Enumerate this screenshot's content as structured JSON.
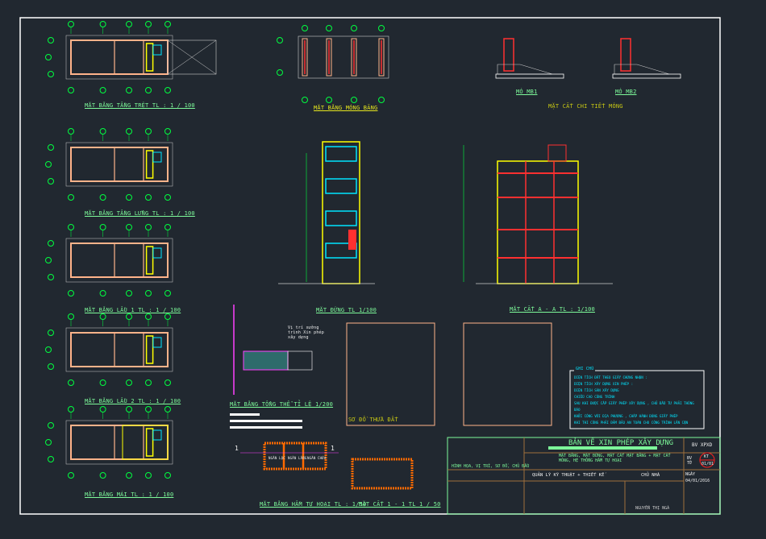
{
  "drawing": {
    "plans": [
      {
        "title": "MẶT BẰNG TẦNG TRỆT  TL : 1 / 100"
      },
      {
        "title": "MẶT BẰNG TẦNG LỬNG  TL : 1 / 100"
      },
      {
        "title": "MẶT BẰNG LẦU 1  TL : 1 / 100"
      },
      {
        "title": "MẶT BẰNG LẦU 2  TL : 1 / 100"
      },
      {
        "title": "MẶT BẰNG MÁI  TL : 1 / 100"
      }
    ],
    "foundation_title": "MẶT BẰNG MÓNG BĂNG",
    "footing_1": "MÓ  MB1",
    "footing_2": "MÓ  MB2",
    "footing_detail_title": "MẶT CẮT CHI TIẾT MÓNG",
    "elevation_title": "MẶT ĐỨNG  TL 1/100",
    "section_title": "MẶT CẮT A - A  TL : 1/100",
    "site_plan_title": "MẶT BẰNG TỔNG THỂ  TỈ LỆ 1/200",
    "site_plan_note": "Vị trí xưởng trình  Xin phép xây dựng",
    "lot_diagram_title": "SƠ ĐỒ THỬA ĐẤT",
    "septic_plan_title": "MẶT BẰNG HẦM TỰ HOẠI  TL : 1/50",
    "septic_section_title": "MẶT CẮT 1 - 1  TL 1 / 50",
    "septic_rooms": [
      "NGĂN LỌC",
      "NGĂN LẮNG",
      "NGĂN CHỨA"
    ],
    "section_markers": [
      "1",
      "1"
    ],
    "notes": {
      "heading": "GHI CHÚ",
      "lines": [
        "DIỆN TÍCH ĐẤT THEO GIẤY CHỨNG NHẬN :",
        "DIỆN TÍCH XÂY DỰNG XIN PHÉP :",
        "DIỆN TÍCH SÀN XÂY DỰNG",
        "CHIỀU CAO CÔNG TRÌNH",
        "SAU KHI ĐƯỢC CẤP GIẤY PHÉP XÂY DỰNG , CHỦ ĐẦU TƯ PHẢI THÔNG BÁO",
        "KHỞI CÔNG VỚI ĐỊA PHƯƠNG , CHẤP HÀNH ĐÚNG GIẤY PHÉP",
        "KHI THI CÔNG PHẢI ĐẢM BẢO AN TOÀN CHO CÔNG TRÌNH LÂN CẬN"
      ]
    }
  },
  "title_block": {
    "title": "BẢN VẼ XIN PHÉP XÂY DỰNG",
    "content": "MẶT BẰNG, MẶT ĐỨNG, MẶT CẮT MẶT BẰNG + MẶT CẮT MÓNG, HỆ THỐNG HẦM TỰ HOẠI",
    "location_line": "HÌNH HỌA, VỊ TRÍ, SƠ ĐỒ, CHỦ ĐẦU",
    "roles": "QUẢN LÝ KỸ THUẬT + THIẾT KẾ",
    "owner_label": "CHỦ NHÀ",
    "owner_name": "NGUYỄN THỊ NGÀ",
    "code_label": "BV  XPXD",
    "sheet_label": "BV TỜ",
    "stamp_top": "KT",
    "stamp_bottom": "01/01",
    "date_label": "NGÀY",
    "date": "04/01/2016"
  },
  "colors": {
    "background": "#212830",
    "frame": "#ffffff",
    "title_green": "#7dfa9a",
    "wall": "#ffb38a",
    "axis": "#00ff40"
  }
}
